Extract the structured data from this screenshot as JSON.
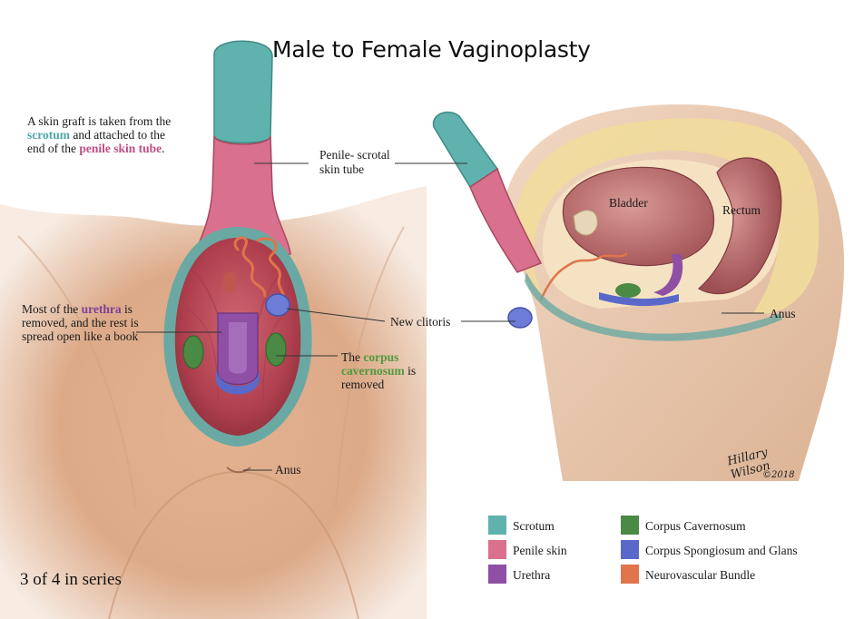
{
  "title": "Male to Female Vaginoplasty",
  "notes": {
    "graft": {
      "part1": "A skin graft is taken from the",
      "scrotum": "scrotum",
      "part2": "and attached to the end of the",
      "penile": "penile skin tube",
      "part3": "."
    },
    "urethra": {
      "part1": "Most of the",
      "urethra": "urethra",
      "part2": "is removed, and the rest is spread open like a book"
    },
    "corpus": {
      "part1": "The",
      "corpus": "corpus cavernosum",
      "part2": "is removed"
    }
  },
  "labels": {
    "skin_tube_line1": "Penile- scrotal",
    "skin_tube_line2": "skin tube",
    "new_clitoris": "New clitoris",
    "anus_front": "Anus",
    "bladder": "Bladder",
    "rectum": "Rectum",
    "anus_side": "Anus"
  },
  "legend": [
    {
      "label": "Scrotum",
      "color": "#5fb2ad"
    },
    {
      "label": "Penile skin",
      "color": "#d9708e"
    },
    {
      "label": "Urethra",
      "color": "#8e4fa5"
    },
    {
      "label": "Corpus Cavernosum",
      "color": "#4a8a44"
    },
    {
      "label": "Corpus Spongiosum and Glans",
      "color": "#5968c9"
    },
    {
      "label": "Neurovascular Bundle",
      "color": "#e0744a"
    }
  ],
  "series_text": "3 of 4 in series",
  "signature": {
    "name": "Hillary Wilson",
    "year": "©2018"
  },
  "colors": {
    "skin": "#e8c1a4",
    "tissue": "#b8485a",
    "fat": "#f1dc9c"
  }
}
